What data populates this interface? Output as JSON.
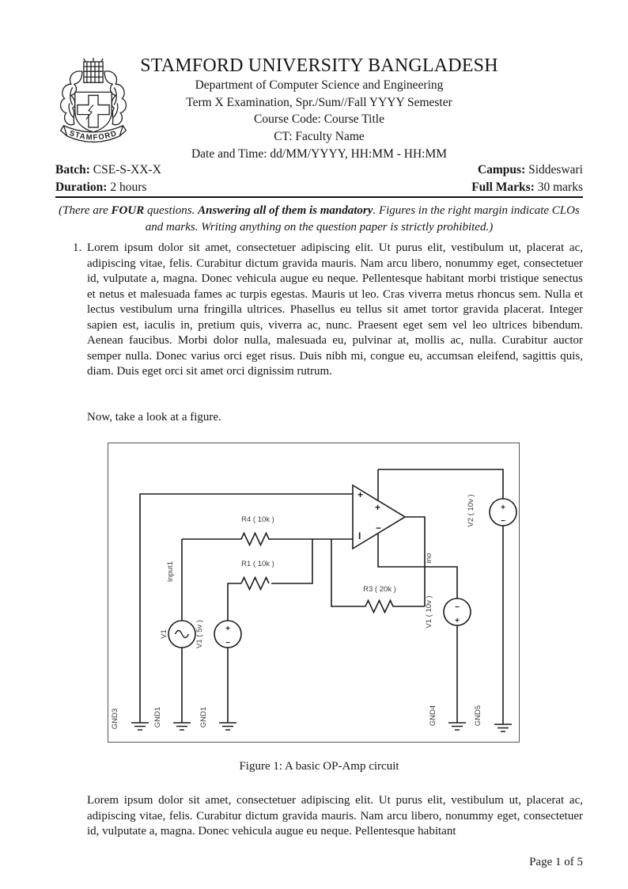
{
  "header": {
    "university": "STAMFORD UNIVERSITY BANGLADESH",
    "department": "Department of Computer Science and Engineering",
    "term_line": "Term X Examination, Spr./Sum//Fall YYYY Semester",
    "course_line": "Course Code: Course Title",
    "ct_line": "CT: Faculty Name",
    "datetime_line": "Date and Time: dd/MM/YYYY, HH:MM - HH:MM",
    "logo_text": "STAMFORD"
  },
  "meta": {
    "batch_label": "Batch:",
    "batch_value": " CSE-S-XX-X",
    "duration_label": "Duration:",
    "duration_value": " 2 hours",
    "campus_label": "Campus:",
    "campus_value": " Siddeswari",
    "full_marks_label": "Full Marks:",
    "full_marks_value": " 30 marks"
  },
  "instructions": {
    "part1": "(There are ",
    "bold_four": "FOUR",
    "part2": " questions. ",
    "bold_mandatory": "Answering all of them is mandatory",
    "part3": ". Figures in the right margin indicate CLOs and marks. Writing anything on the question paper is strictly prohibited.)"
  },
  "question1": {
    "number": "1.",
    "paragraph": "Lorem ipsum dolor sit amet, consectetuer adipiscing elit. Ut purus elit, vestibulum ut, placerat ac, adipiscing vitae, felis. Curabitur dictum gravida mauris. Nam arcu libero, nonummy eget, consectetuer id, vulputate a, magna. Donec vehicula augue eu neque. Pellentesque habitant morbi tristique senectus et netus et malesuada fames ac turpis egestas. Mauris ut leo. Cras viverra metus rhoncus sem. Nulla et lectus vestibulum urna fringilla ultrices. Phasellus eu tellus sit amet tortor gravida placerat. Integer sapien est, iaculis in, pretium quis, viverra ac, nunc. Praesent eget sem vel leo ultrices bibendum. Aenean faucibus. Morbi dolor nulla, malesuada eu, pulvinar at, mollis ac, nulla. Curabitur auctor semper nulla. Donec varius orci eget risus. Duis nibh mi, congue eu, accumsan eleifend, sagittis quis, diam. Duis eget orci sit amet orci dignissim rutrum.",
    "figure_intro": "Now, take a look at a figure."
  },
  "figure": {
    "caption": "Figure 1: A basic OP-Amp circuit",
    "labels": {
      "r4": "R4 ( 10k )",
      "r1": "R1 ( 10k )",
      "r3": "R3 ( 20k )",
      "v1ac": "V1",
      "v1_5v": "V1 ( 5v )",
      "v1_10v": "V1 ( 10v )",
      "v2_10v": "V2 ( 10v )",
      "input1": "input1",
      "ino": "ino",
      "gnd3": "GND3",
      "gnd1a": "GND1",
      "gnd1b": "GND1",
      "gnd4": "GND4",
      "gnd5": "GND5",
      "pin_plus": "+",
      "pin_minus": "I",
      "supply_plus": "+",
      "supply_minus": "−",
      "src_plus": "+",
      "src_minus": "−"
    }
  },
  "closing_paragraph": "Lorem ipsum dolor sit amet, consectetuer adipiscing elit. Ut purus elit, vestibulum ut, placerat ac, adipiscing vitae, felis. Curabitur dictum gravida mauris. Nam arcu libero, nonummy eget, consectetuer id, vulputate a, magna. Donec vehicula augue eu neque. Pellentesque habitant",
  "page": {
    "page_number_label": "Page 1 of 5"
  }
}
